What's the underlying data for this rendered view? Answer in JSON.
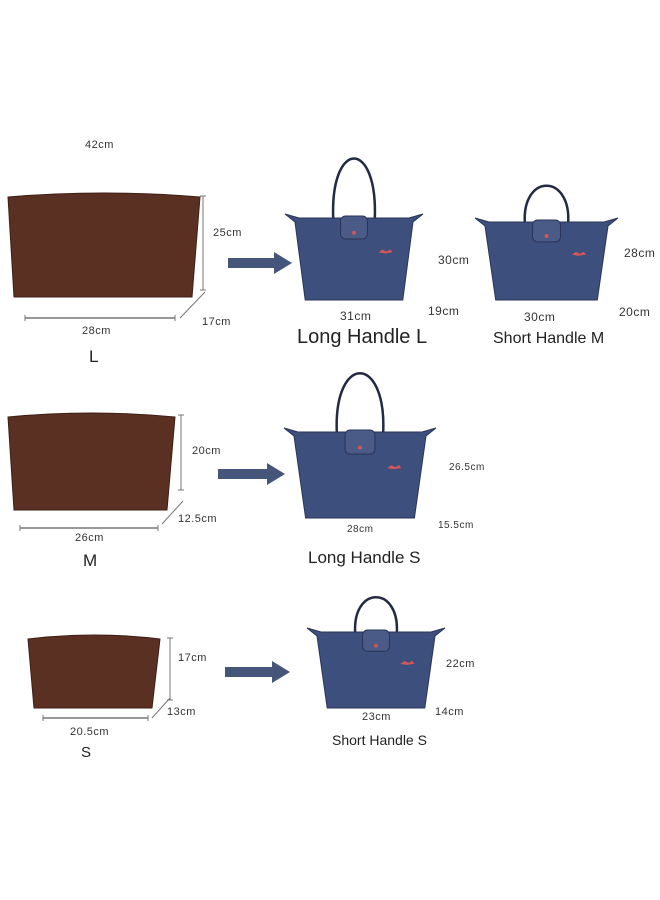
{
  "colors": {
    "organizer": "#5a3022",
    "organizer_edge": "#3f1f16",
    "bag": "#3d4f7c",
    "bag_dark": "#2a3558",
    "arrow": "#45567a",
    "logo": "#d2555a",
    "dim_line": "#777777"
  },
  "rows": [
    {
      "organizer": {
        "size": "L",
        "top_width": "42cm",
        "height": "25cm",
        "depth": "17cm",
        "width": "28cm"
      },
      "bags": [
        {
          "name": "Long Handle L",
          "height": "30cm",
          "width": "31cm",
          "depth": "19cm"
        },
        {
          "name": "Short Handle M",
          "height": "28cm",
          "width": "30cm",
          "depth": "20cm"
        }
      ]
    },
    {
      "organizer": {
        "size": "M",
        "height": "20cm",
        "depth": "12.5cm",
        "width": "26cm"
      },
      "bags": [
        {
          "name": "Long Handle S",
          "height": "26.5cm",
          "width": "28cm",
          "depth": "15.5cm"
        }
      ]
    },
    {
      "organizer": {
        "size": "S",
        "height": "17cm",
        "depth": "13cm",
        "width": "20.5cm"
      },
      "bags": [
        {
          "name": "Short Handle S",
          "height": "22cm",
          "width": "23cm",
          "depth": "14cm"
        }
      ]
    }
  ]
}
